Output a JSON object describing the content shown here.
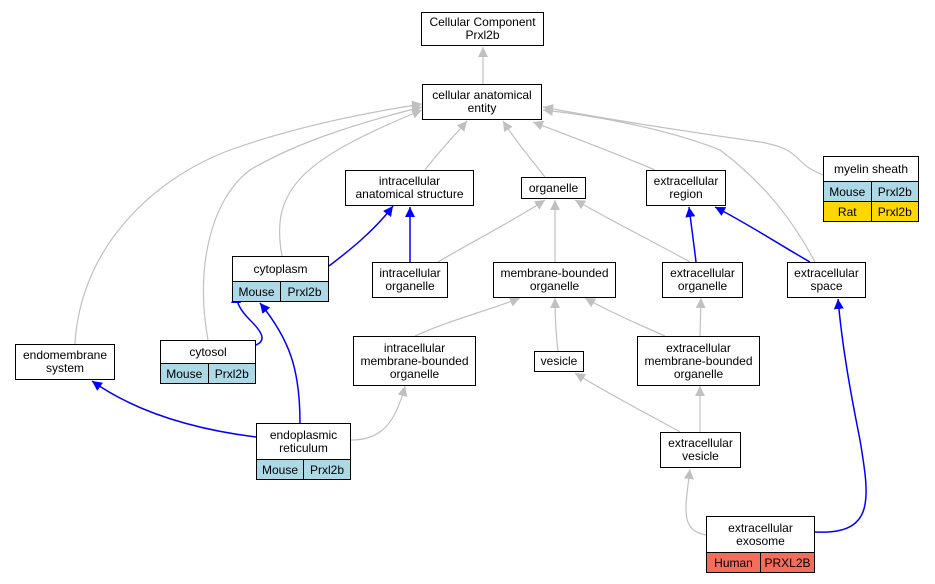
{
  "colors": {
    "mouse": "#add8e6",
    "rat": "#ffd700",
    "human": "#f46d5a",
    "edge_gray": "#c0c0c0",
    "edge_blue": "#0000ff"
  },
  "nodes": {
    "root": {
      "lines": [
        "Cellular Component",
        "Prxl2b"
      ]
    },
    "cae": {
      "lines": [
        "cellular anatomical",
        "entity"
      ]
    },
    "myelin": {
      "lines": [
        "myelin sheath"
      ],
      "rows": [
        {
          "species": "Mouse",
          "gene": "Prxl2b",
          "color": "mouse"
        },
        {
          "species": "Rat",
          "gene": "Prxl2b",
          "color": "rat"
        }
      ]
    },
    "ias": {
      "lines": [
        "intracellular",
        "anatomical structure"
      ]
    },
    "organelle": {
      "lines": [
        "organelle"
      ]
    },
    "extreg": {
      "lines": [
        "extracellular",
        "region"
      ]
    },
    "cytoplasm": {
      "lines": [
        "cytoplasm"
      ],
      "rows": [
        {
          "species": "Mouse",
          "gene": "Prxl2b",
          "color": "mouse"
        }
      ]
    },
    "intorg": {
      "lines": [
        "intracellular",
        "organelle"
      ]
    },
    "mbo": {
      "lines": [
        "membrane-bounded",
        "organelle"
      ]
    },
    "extorg": {
      "lines": [
        "extracellular",
        "organelle"
      ]
    },
    "extspace": {
      "lines": [
        "extracellular",
        "space"
      ]
    },
    "endomem": {
      "lines": [
        "endomembrane",
        "system"
      ]
    },
    "cytosol": {
      "lines": [
        "cytosol"
      ],
      "rows": [
        {
          "species": "Mouse",
          "gene": "Prxl2b",
          "color": "mouse"
        }
      ]
    },
    "imbo": {
      "lines": [
        "intracellular",
        "membrane-bounded",
        "organelle"
      ]
    },
    "vesicle": {
      "lines": [
        "vesicle"
      ]
    },
    "embo": {
      "lines": [
        "extracellular",
        "membrane-bounded",
        "organelle"
      ]
    },
    "er": {
      "lines": [
        "endoplasmic",
        "reticulum"
      ],
      "rows": [
        {
          "species": "Mouse",
          "gene": "Prxl2b",
          "color": "mouse"
        }
      ]
    },
    "extves": {
      "lines": [
        "extracellular",
        "vesicle"
      ]
    },
    "exosome": {
      "lines": [
        "extracellular",
        "exosome"
      ],
      "rows": [
        {
          "species": "Human",
          "gene": "PRXL2B",
          "color": "human"
        }
      ]
    }
  }
}
